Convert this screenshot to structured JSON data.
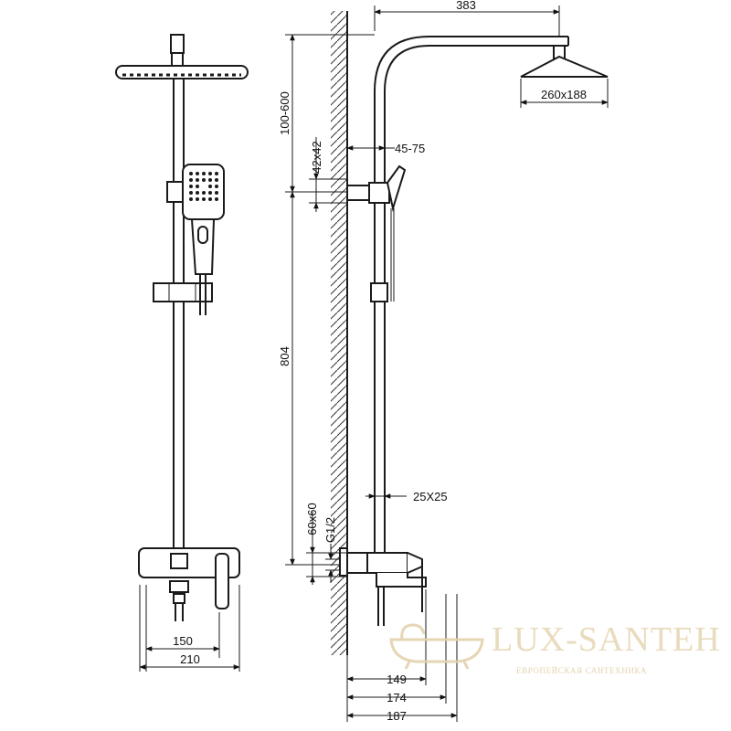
{
  "dimensions": {
    "arm_length": "383",
    "head_size": "260x188",
    "wall_to_bar_range": "100-600",
    "bracket_size": "42x42",
    "bracket_offset": "45-75",
    "rail_length": "804",
    "pipe_size": "25X25",
    "mixer_plate": "60x60",
    "thread": "G1/2",
    "mixer_width_inner": "150",
    "mixer_width_outer": "210",
    "depth_spout": "149",
    "depth_lever": "174",
    "depth_total": "187"
  },
  "watermark": {
    "brand": "LUX-SANTEH",
    "tagline": "ЕВРОПЕЙСКАЯ САНТЕХНИКА"
  },
  "colors": {
    "line": "#1a1a1a",
    "watermark": "#e7d8b6"
  }
}
